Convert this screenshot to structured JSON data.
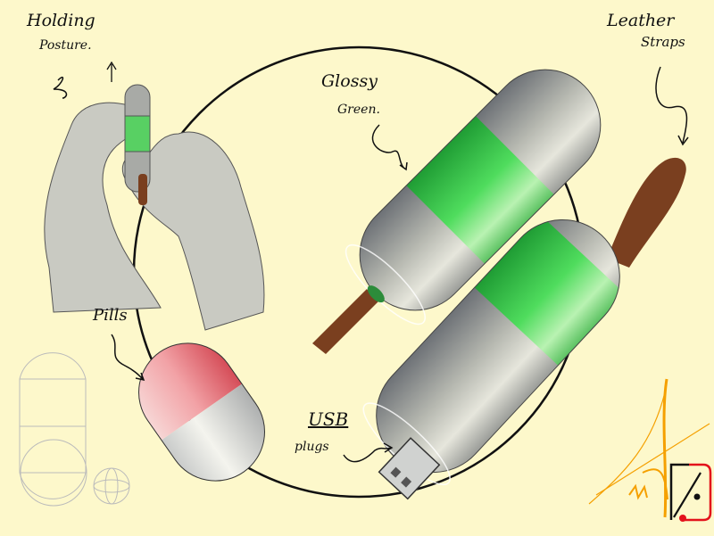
{
  "labels": {
    "holding_line1": "Holding",
    "holding_line2": "Posture.",
    "glossy_line1": "Glossy",
    "glossy_line2": "Green.",
    "leather_line1": "Leather",
    "leather_line2": "Straps",
    "pills": "Pills",
    "usb_line1": "USB",
    "usb_line2": "plugs"
  },
  "signature": "AW",
  "colors": {
    "background": "#fdf8cb",
    "green": "#3fd24f",
    "pink": "#e8656f",
    "leather": "#7a3f1f",
    "signature": "#f5a000",
    "logo_red": "#e3121b"
  }
}
